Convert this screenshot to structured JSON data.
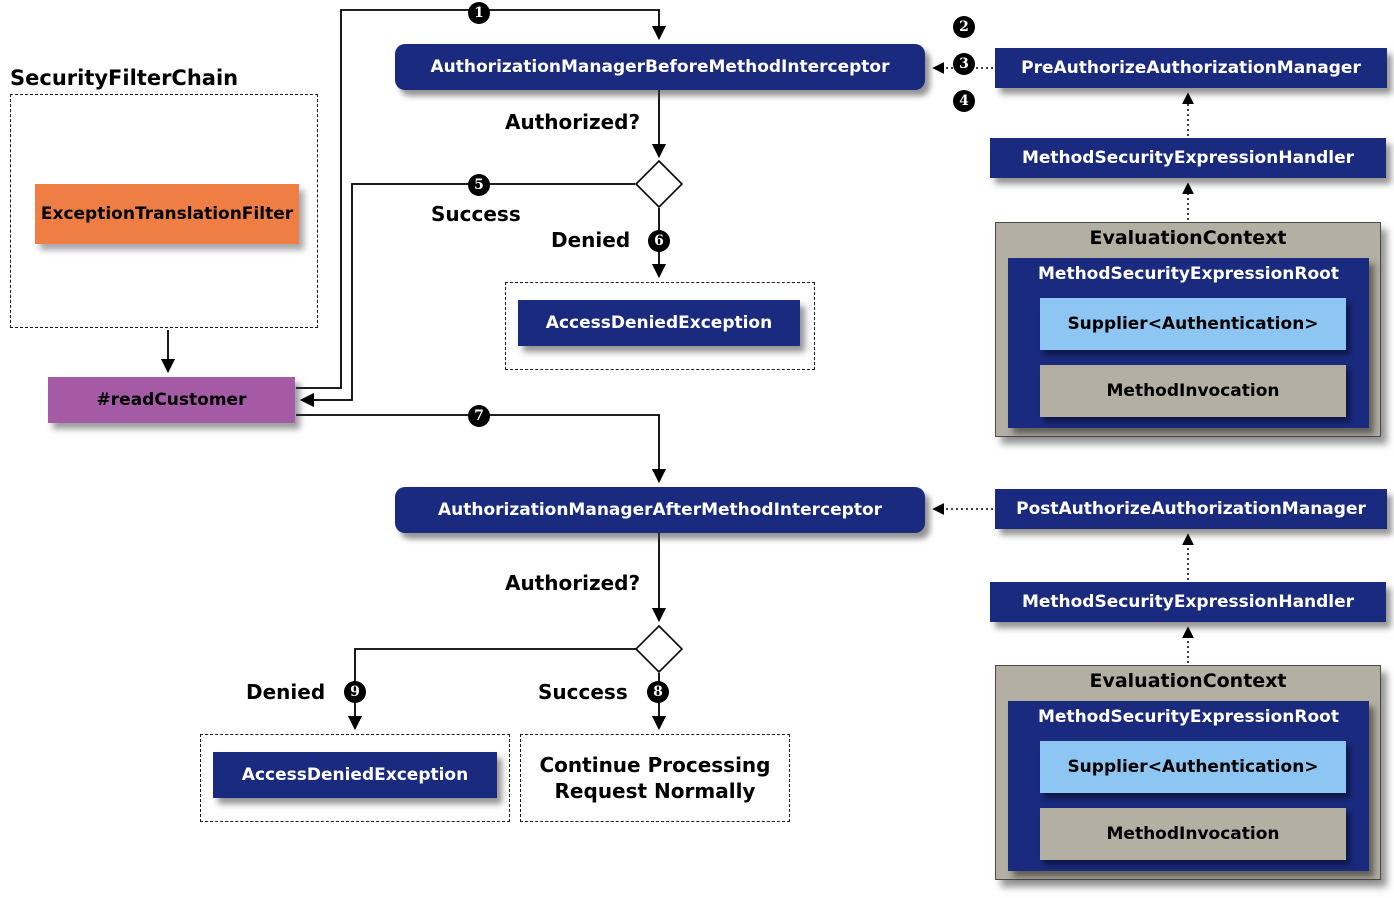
{
  "colors": {
    "navy": "#1a2a7e",
    "orange": "#ee7e43",
    "purple": "#a45aa5",
    "light_blue": "#8ec6f3",
    "gray": "#b3afa3"
  },
  "left": {
    "title": "SecurityFilterChain",
    "exception_translation_filter": "ExceptionTranslationFilter",
    "read_customer": "#readCustomer"
  },
  "flow": {
    "before_interceptor": "AuthorizationManagerBeforeMethodInterceptor",
    "after_interceptor": "AuthorizationManagerAfterMethodInterceptor",
    "authorized_label": "Authorized?",
    "success_label": "Success",
    "denied_label": "Denied",
    "access_denied_exception": "AccessDeniedException",
    "continue_processing": "Continue Processing Request Normally"
  },
  "right": {
    "pre_authorize_manager": "PreAuthorizeAuthorizationManager",
    "post_authorize_manager": "PostAuthorizeAuthorizationManager",
    "expression_handler": "MethodSecurityExpressionHandler",
    "evaluation_context": "EvaluationContext",
    "expression_root": "MethodSecurityExpressionRoot",
    "supplier_authentication": "Supplier<Authentication>",
    "method_invocation": "MethodInvocation"
  },
  "badges": [
    "1",
    "2",
    "3",
    "4",
    "5",
    "6",
    "7",
    "8",
    "9"
  ]
}
